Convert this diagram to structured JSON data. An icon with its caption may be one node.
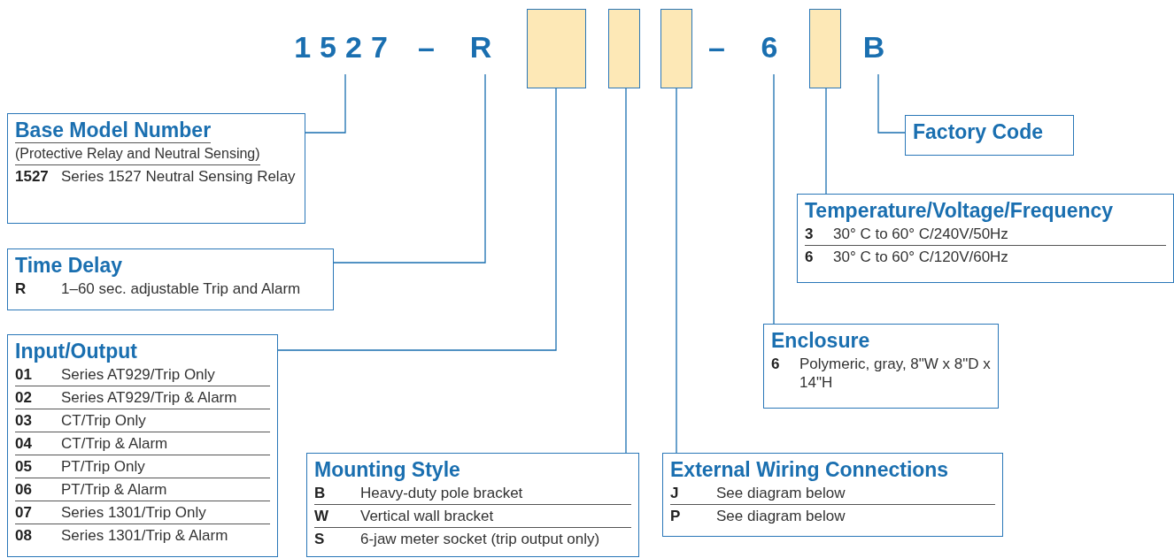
{
  "diagram": {
    "nodes": [
      {
        "text": [
          "1527"
        ]
      },
      {
        "text": [
          "R"
        ]
      },
      {
        "text": [],
        "shape": "box"
      },
      {
        "text": [],
        "shape": "box"
      },
      {
        "text": [],
        "shape": "box"
      },
      {
        "text": [
          "6"
        ]
      },
      {
        "text": [],
        "shape": "box"
      },
      {
        "text": [
          "B"
        ]
      },
      {
        "text": [
          "Base Model Number",
          "(Protective Relay and Neutral Sensing)",
          "1527",
          "Series 1527 Neutral Sensing Relay"
        ]
      },
      {
        "text": [
          "Time Delay",
          "R",
          "1–60 sec. adjustable Trip and Alarm"
        ]
      },
      {
        "text": [
          "Input/Output",
          "01",
          "Series AT929/Trip Only",
          "02",
          "Series AT929/Trip & Alarm",
          "03",
          "CT/Trip Only",
          "04",
          "CT/Trip & Alarm",
          "05",
          "PT/Trip Only",
          "06",
          "PT/Trip & Alarm",
          "07",
          "Series 1301/Trip Only",
          "08",
          "Series 1301/Trip & Alarm"
        ]
      },
      {
        "text": [
          "Mounting Style",
          "B",
          "Heavy-duty pole bracket",
          "W",
          "Vertical wall bracket",
          "S",
          "6-jaw meter socket (trip output only)"
        ]
      },
      {
        "text": [
          "External Wiring Connections",
          "J",
          "See diagram below",
          "P",
          "See diagram below"
        ]
      },
      {
        "text": [
          "Enclosure",
          "6",
          "Polymeric, gray, 8\"W x 8\"D x 14\"H"
        ]
      },
      {
        "text": [
          "Temperature/Voltage/Frequency",
          "3",
          "30° C to 60° C/240V/50Hz",
          "6",
          "30° C to 60° C/120V/60Hz"
        ]
      },
      {
        "text": [
          "Factory Code"
        ]
      }
    ],
    "edges": [
      {
        "from": 0,
        "to": 8,
        "arrow": "none"
      },
      {
        "from": 1,
        "to": 9,
        "arrow": "none"
      },
      {
        "from": 2,
        "to": 10,
        "arrow": "none"
      },
      {
        "from": 3,
        "to": 11,
        "arrow": "none"
      },
      {
        "from": 4,
        "to": 12,
        "arrow": "none"
      },
      {
        "from": 5,
        "to": 13,
        "arrow": "none"
      },
      {
        "from": 6,
        "to": 14,
        "arrow": "none"
      },
      {
        "from": 7,
        "to": 15,
        "arrow": "none"
      }
    ],
    "labels": [
      "–",
      "–"
    ]
  }
}
